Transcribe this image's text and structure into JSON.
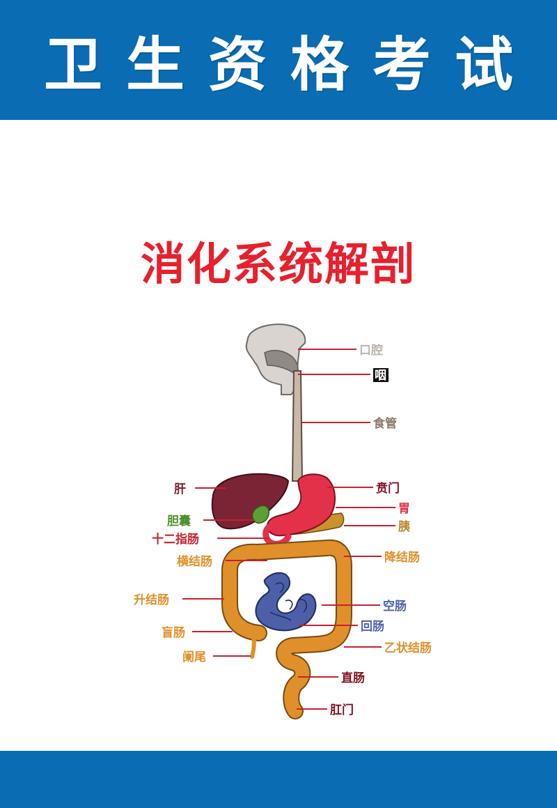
{
  "banner": {
    "title": "卫生资格考试"
  },
  "diagram": {
    "title": "消化系统解剖",
    "labels": {
      "mouth": "口腔",
      "pharynx": "咽",
      "esophagus": "食管",
      "cardia": "贲门",
      "stomach": "胃",
      "pancreas": "胰",
      "liver": "肝",
      "gallbladder": "胆囊",
      "duodenum": "十二指肠",
      "transverse_colon": "横结肠",
      "descending_colon": "降结肠",
      "ascending_colon": "升结肠",
      "jejunum": "空肠",
      "ileum": "回肠",
      "cecum": "盲肠",
      "sigmoid_colon": "乙状结肠",
      "appendix": "阑尾",
      "rectum": "直肠",
      "anus": "肛门"
    },
    "colors": {
      "banner": "#0a6cb3",
      "title": "#e8202e",
      "mouth": "#b9b4ae",
      "pharynx": "#111111",
      "esophagus": "#8c7b6d",
      "stomach": "#e3314a",
      "liver": "#7a2435",
      "gallbladder": "#4f8f2d",
      "pancreas": "#b8862a",
      "large_intestine": "#e0902a",
      "small_intestine": "#4d5fa8",
      "leader": "#c8202e"
    }
  }
}
